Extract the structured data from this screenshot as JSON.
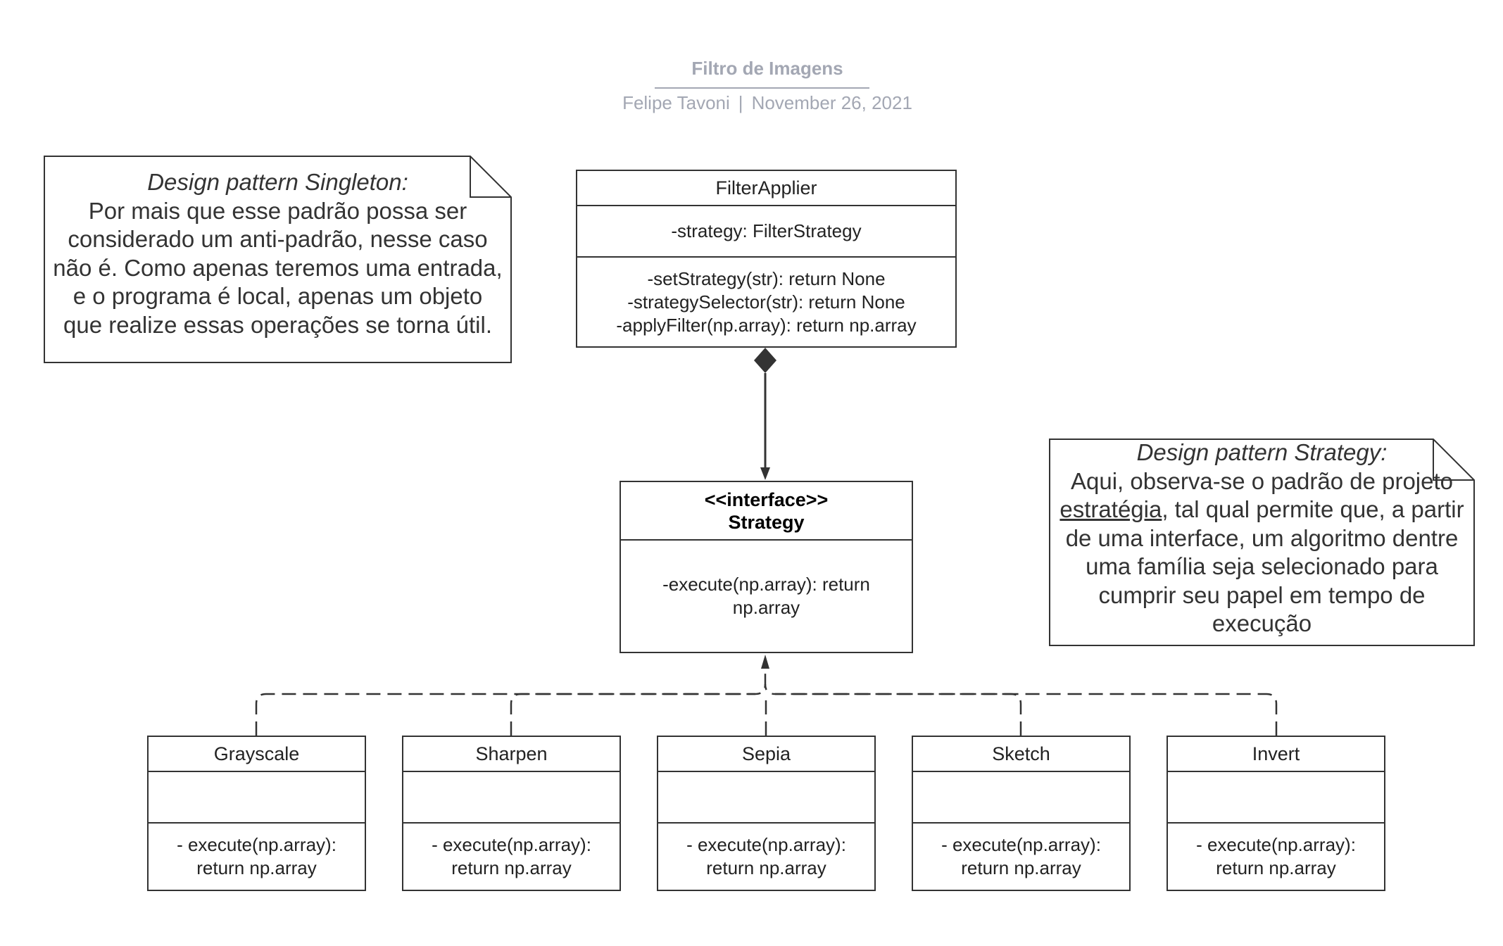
{
  "header": {
    "title": "Filtro de Imagens",
    "author": "Felipe Tavoni",
    "separator": "|",
    "date": "November 26, 2021"
  },
  "notes": {
    "singleton": {
      "title": "Design pattern Singleton:",
      "lines": [
        "Por mais que esse padrão possa ser",
        "considerado um anti-padrão, nesse caso",
        "não é. Como apenas teremos uma entrada,",
        "e o programa é local, apenas um objeto",
        "que realize essas operações se torna útil."
      ]
    },
    "strategy": {
      "title": "Design pattern Strategy:",
      "line1": "Aqui, observa-se o padrão de projeto",
      "line2_underlined": "estratégia",
      "line2_rest": ", tal qual permite que, a partir",
      "lines": [
        "de uma interface, um algoritmo dentre",
        "uma família seja selecionado para",
        "cumprir seu papel em tempo de",
        "execução"
      ]
    }
  },
  "classes": {
    "filter_applier": {
      "name": "FilterApplier",
      "attribute": "-strategy: FilterStrategy",
      "methods": [
        "-setStrategy(str): return None",
        "-strategySelector(str): return None",
        "-applyFilter(np.array): return np.array"
      ]
    },
    "strategy": {
      "stereotype": "<<interface>>",
      "name": "Strategy",
      "method_line1": "-execute(np.array): return",
      "method_line2": "np.array"
    },
    "concrete": [
      {
        "name": "Grayscale",
        "method_line1": "- execute(np.array):",
        "method_line2": "return np.array"
      },
      {
        "name": "Sharpen",
        "method_line1": "- execute(np.array):",
        "method_line2": "return np.array"
      },
      {
        "name": "Sepia",
        "method_line1": "- execute(np.array):",
        "method_line2": "return np.array"
      },
      {
        "name": "Sketch",
        "method_line1": "- execute(np.array):",
        "method_line2": "return np.array"
      },
      {
        "name": "Invert",
        "method_line1": "- execute(np.array):",
        "method_line2": "return np.array"
      }
    ]
  },
  "colors": {
    "line": "#333333",
    "header_text": "#a3a7b3"
  }
}
